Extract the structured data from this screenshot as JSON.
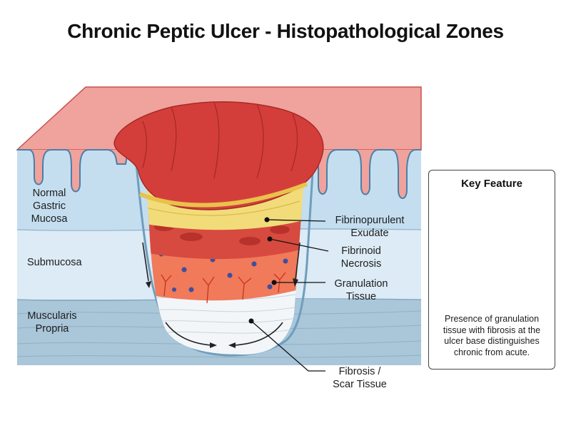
{
  "title": "Chronic Peptic Ulcer - Histopathological Zones",
  "layer_labels": {
    "mucosa": [
      "Normal",
      "Gastric",
      "Mucosa"
    ],
    "submucosa": "Submucosa",
    "muscularis": [
      "Muscularis",
      "Propria"
    ]
  },
  "zone_labels": {
    "exudate": [
      "Fibrinopurulent",
      "Exudate"
    ],
    "necrosis": [
      "Fibrinoid",
      "Necrosis"
    ],
    "granulation": [
      "Granulation",
      "Tissue"
    ],
    "fibrosis": [
      "Fibrosis /",
      "Scar Tissue"
    ]
  },
  "key_feature": {
    "title": "Key Feature",
    "caption": "Presence of granulation tissue with fibrosis at the ulcer base distinguishes chronic from acute."
  },
  "colors": {
    "mucosa": "#e58a86",
    "submucosa": "#dcebf5",
    "muscularis": "#aac6d9",
    "exudate": "#f2dc7a",
    "necrosis": "#d64a3f",
    "granulation": "#f07a5a",
    "fibrosis": "#f3f6f9"
  }
}
